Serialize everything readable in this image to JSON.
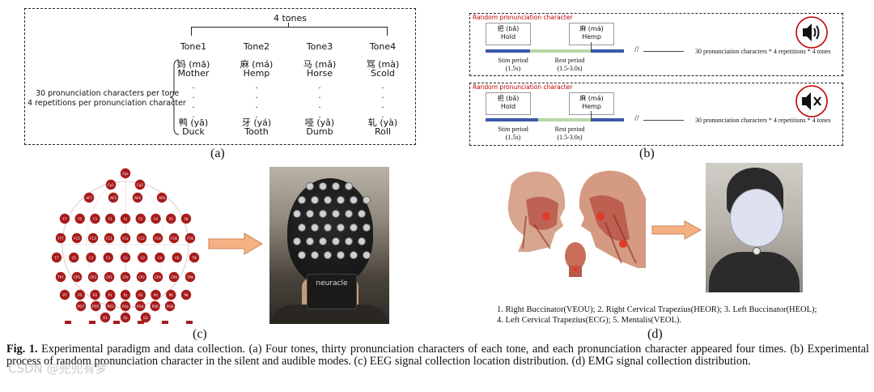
{
  "panel_a": {
    "label": "(a)",
    "header": "4 tones",
    "side_text_line1": "30 pronunciation characters per tone",
    "side_text_line2": "4 repetitions per pronunciation character",
    "tones": [
      {
        "name": "Tone1",
        "top_char": "妈 (mā)",
        "top_word": "Mother",
        "bot_char": "鸭 (yā)",
        "bot_word": "Duck"
      },
      {
        "name": "Tone2",
        "top_char": "麻 (má)",
        "top_word": "Hemp",
        "bot_char": "牙 (yá)",
        "bot_word": "Tooth"
      },
      {
        "name": "Tone3",
        "top_char": "马 (mǎ)",
        "top_word": "Horse",
        "bot_char": "哑 (yǎ)",
        "bot_word": "Dumb"
      },
      {
        "name": "Tone4",
        "top_char": "骂 (mà)",
        "top_word": "Scold",
        "bot_char": "轧 (yà)",
        "bot_word": "Roll"
      }
    ]
  },
  "panel_b": {
    "label": "(b)",
    "rows": [
      {
        "title": "Random pronunciation character",
        "box1_char": "把 (bǎ)",
        "box1_word": "Hold",
        "box2_char": "麻 (má)",
        "box2_word": "Hemp",
        "stim_line1": "Stim period",
        "stim_line2": "(1.5s)",
        "rest_line1": "Rest period",
        "rest_line2": "(1.5-3.0s)",
        "summary": "30 pronunciation characters * 4 repetitions * 4 tones",
        "mode_icon": "speaker-on-icon"
      },
      {
        "title": "Random pronunciation character",
        "box1_char": "把 (bǎ)",
        "box1_word": "Hold",
        "box2_char": "麻 (má)",
        "box2_word": "Hemp",
        "stim_line1": "Stim period",
        "stim_line2": "(1.5s)",
        "rest_line1": "Rest period",
        "rest_line2": "(1.5-3.0s)",
        "summary": "30 pronunciation characters * 4 repetitions * 4 tones",
        "mode_icon": "speaker-muted-icon"
      }
    ]
  },
  "panel_c": {
    "label": "(c)",
    "electrodes": [
      "Fpz",
      "Fp1",
      "Fp2",
      "AF7",
      "AF3",
      "AF4",
      "AF8",
      "F7",
      "F5",
      "F3",
      "F1",
      "Fz",
      "F2",
      "F4",
      "F6",
      "F8",
      "FT7",
      "FC5",
      "FC3",
      "FC1",
      "FCz",
      "FC2",
      "FC4",
      "FC6",
      "FT8",
      "T7",
      "C5",
      "C3",
      "C1",
      "Cz",
      "C2",
      "C4",
      "C6",
      "T8",
      "TP7",
      "CP5",
      "CP3",
      "CP1",
      "CPz",
      "CP2",
      "CP4",
      "CP6",
      "TP8",
      "P7",
      "P5",
      "P3",
      "P1",
      "Pz",
      "P2",
      "P4",
      "P6",
      "P8",
      "PO7",
      "PO5",
      "PO3",
      "POz",
      "PO4",
      "PO6",
      "PO8",
      "O1",
      "Oz",
      "O2"
    ],
    "device_brand": "neuracle",
    "colors": {
      "electrode": "#a61c1c",
      "arrow": "#f4b183"
    }
  },
  "panel_d": {
    "label": "(d)",
    "legend_line1": "1. Right Buccinator(VEOU); 2. Right Cervical Trapezius(HEOR); 3. Left Buccinator(HEOL);",
    "legend_line2": "4. Left Cervical Trapezius(ECG); 5. Mentalis(VEOL)."
  },
  "caption": {
    "fig": "Fig. 1.",
    "text": " Experimental paradigm and data collection. (a) Four tones, thirty pronunciation characters of each tone, and each pronunciation character appeared four times. (b) Experimental process of random pronunciation character in the silent and audible modes. (c) EEG signal collection location distribution. (d) EMG signal collection distribution."
  },
  "watermark": "CSDN @兜兜有梦"
}
